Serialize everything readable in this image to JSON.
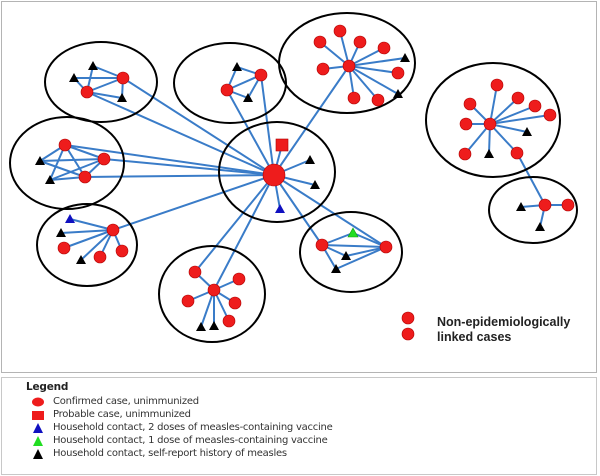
{
  "figure": {
    "annotation": {
      "line1": "Non-epidemiologically",
      "line2": "linked cases"
    }
  },
  "legend": {
    "title": "Legend",
    "items": [
      {
        "symbol": "circle",
        "color": "#ee1c1c",
        "label": "Confirmed case, unimmunized"
      },
      {
        "symbol": "square",
        "color": "#ee1c1c",
        "label": "Probable case, unimmunized"
      },
      {
        "symbol": "triangle",
        "color": "#1010c0",
        "label": "Household contact, 2 doses of measles-containing vaccine"
      },
      {
        "symbol": "triangle",
        "color": "#22dd22",
        "label": "Household contact, 1 dose of measles-containing vaccine"
      },
      {
        "symbol": "triangle",
        "color": "#000000",
        "label": "Household contact, self-report history of measles"
      }
    ]
  },
  "colors": {
    "edge": "#3a7cc8",
    "cluster_outline": "#000000",
    "confirmed": "#ee1c1c",
    "probable": "#ee1c1c",
    "contact_2dose": "#1010c0",
    "contact_1dose": "#22dd22",
    "contact_history": "#000000"
  },
  "network": {
    "clusters": [
      {
        "id": "hub",
        "members": [
          "hub-case",
          "hub-probable",
          "hub-t1",
          "hub-t2",
          "hub-blue"
        ]
      },
      {
        "id": "top-left",
        "members": [
          "tl-c1",
          "tl-c2",
          "tl-t1",
          "tl-t2",
          "tl-t3"
        ]
      },
      {
        "id": "top-mid",
        "members": [
          "tm-c1",
          "tm-c2",
          "tm-t1",
          "tm-t2"
        ]
      },
      {
        "id": "top-right",
        "members": [
          "tr-hub",
          "tr-c1",
          "tr-c2",
          "tr-c3",
          "tr-c4",
          "tr-c5",
          "tr-c6",
          "tr-c7",
          "tr-c8",
          "tr-t1",
          "tr-t2"
        ]
      },
      {
        "id": "left",
        "members": [
          "l-c1",
          "l-c2",
          "l-c3",
          "l-t1",
          "l-t2"
        ]
      },
      {
        "id": "left-lower",
        "members": [
          "ll-hub",
          "ll-c1",
          "ll-c2",
          "ll-c3",
          "ll-blue",
          "ll-t1",
          "ll-t2"
        ]
      },
      {
        "id": "bottom-mid",
        "members": [
          "bm-hub",
          "bm-c1",
          "bm-c2",
          "bm-c3",
          "bm-c4",
          "bm-c5",
          "bm-t1",
          "bm-t2"
        ]
      },
      {
        "id": "right-mid",
        "members": [
          "rm-c1",
          "rm-c2",
          "rm-green",
          "rm-t1",
          "rm-t2"
        ]
      },
      {
        "id": "far-right",
        "members": [
          "fr-hub",
          "fr-c1",
          "fr-c2",
          "fr-c3",
          "fr-c4",
          "fr-c5",
          "fr-c6",
          "fr-c7",
          "fr-t1",
          "fr-t2"
        ]
      },
      {
        "id": "far-right-lower",
        "members": [
          "frl-hub",
          "frl-c1",
          "frl-t1",
          "frl-t2"
        ]
      }
    ],
    "node_counts": {
      "confirmed_cases": 41,
      "probable_cases": 1,
      "contacts_2_doses": 2,
      "contacts_1_dose": 1,
      "contacts_history": 19
    }
  }
}
